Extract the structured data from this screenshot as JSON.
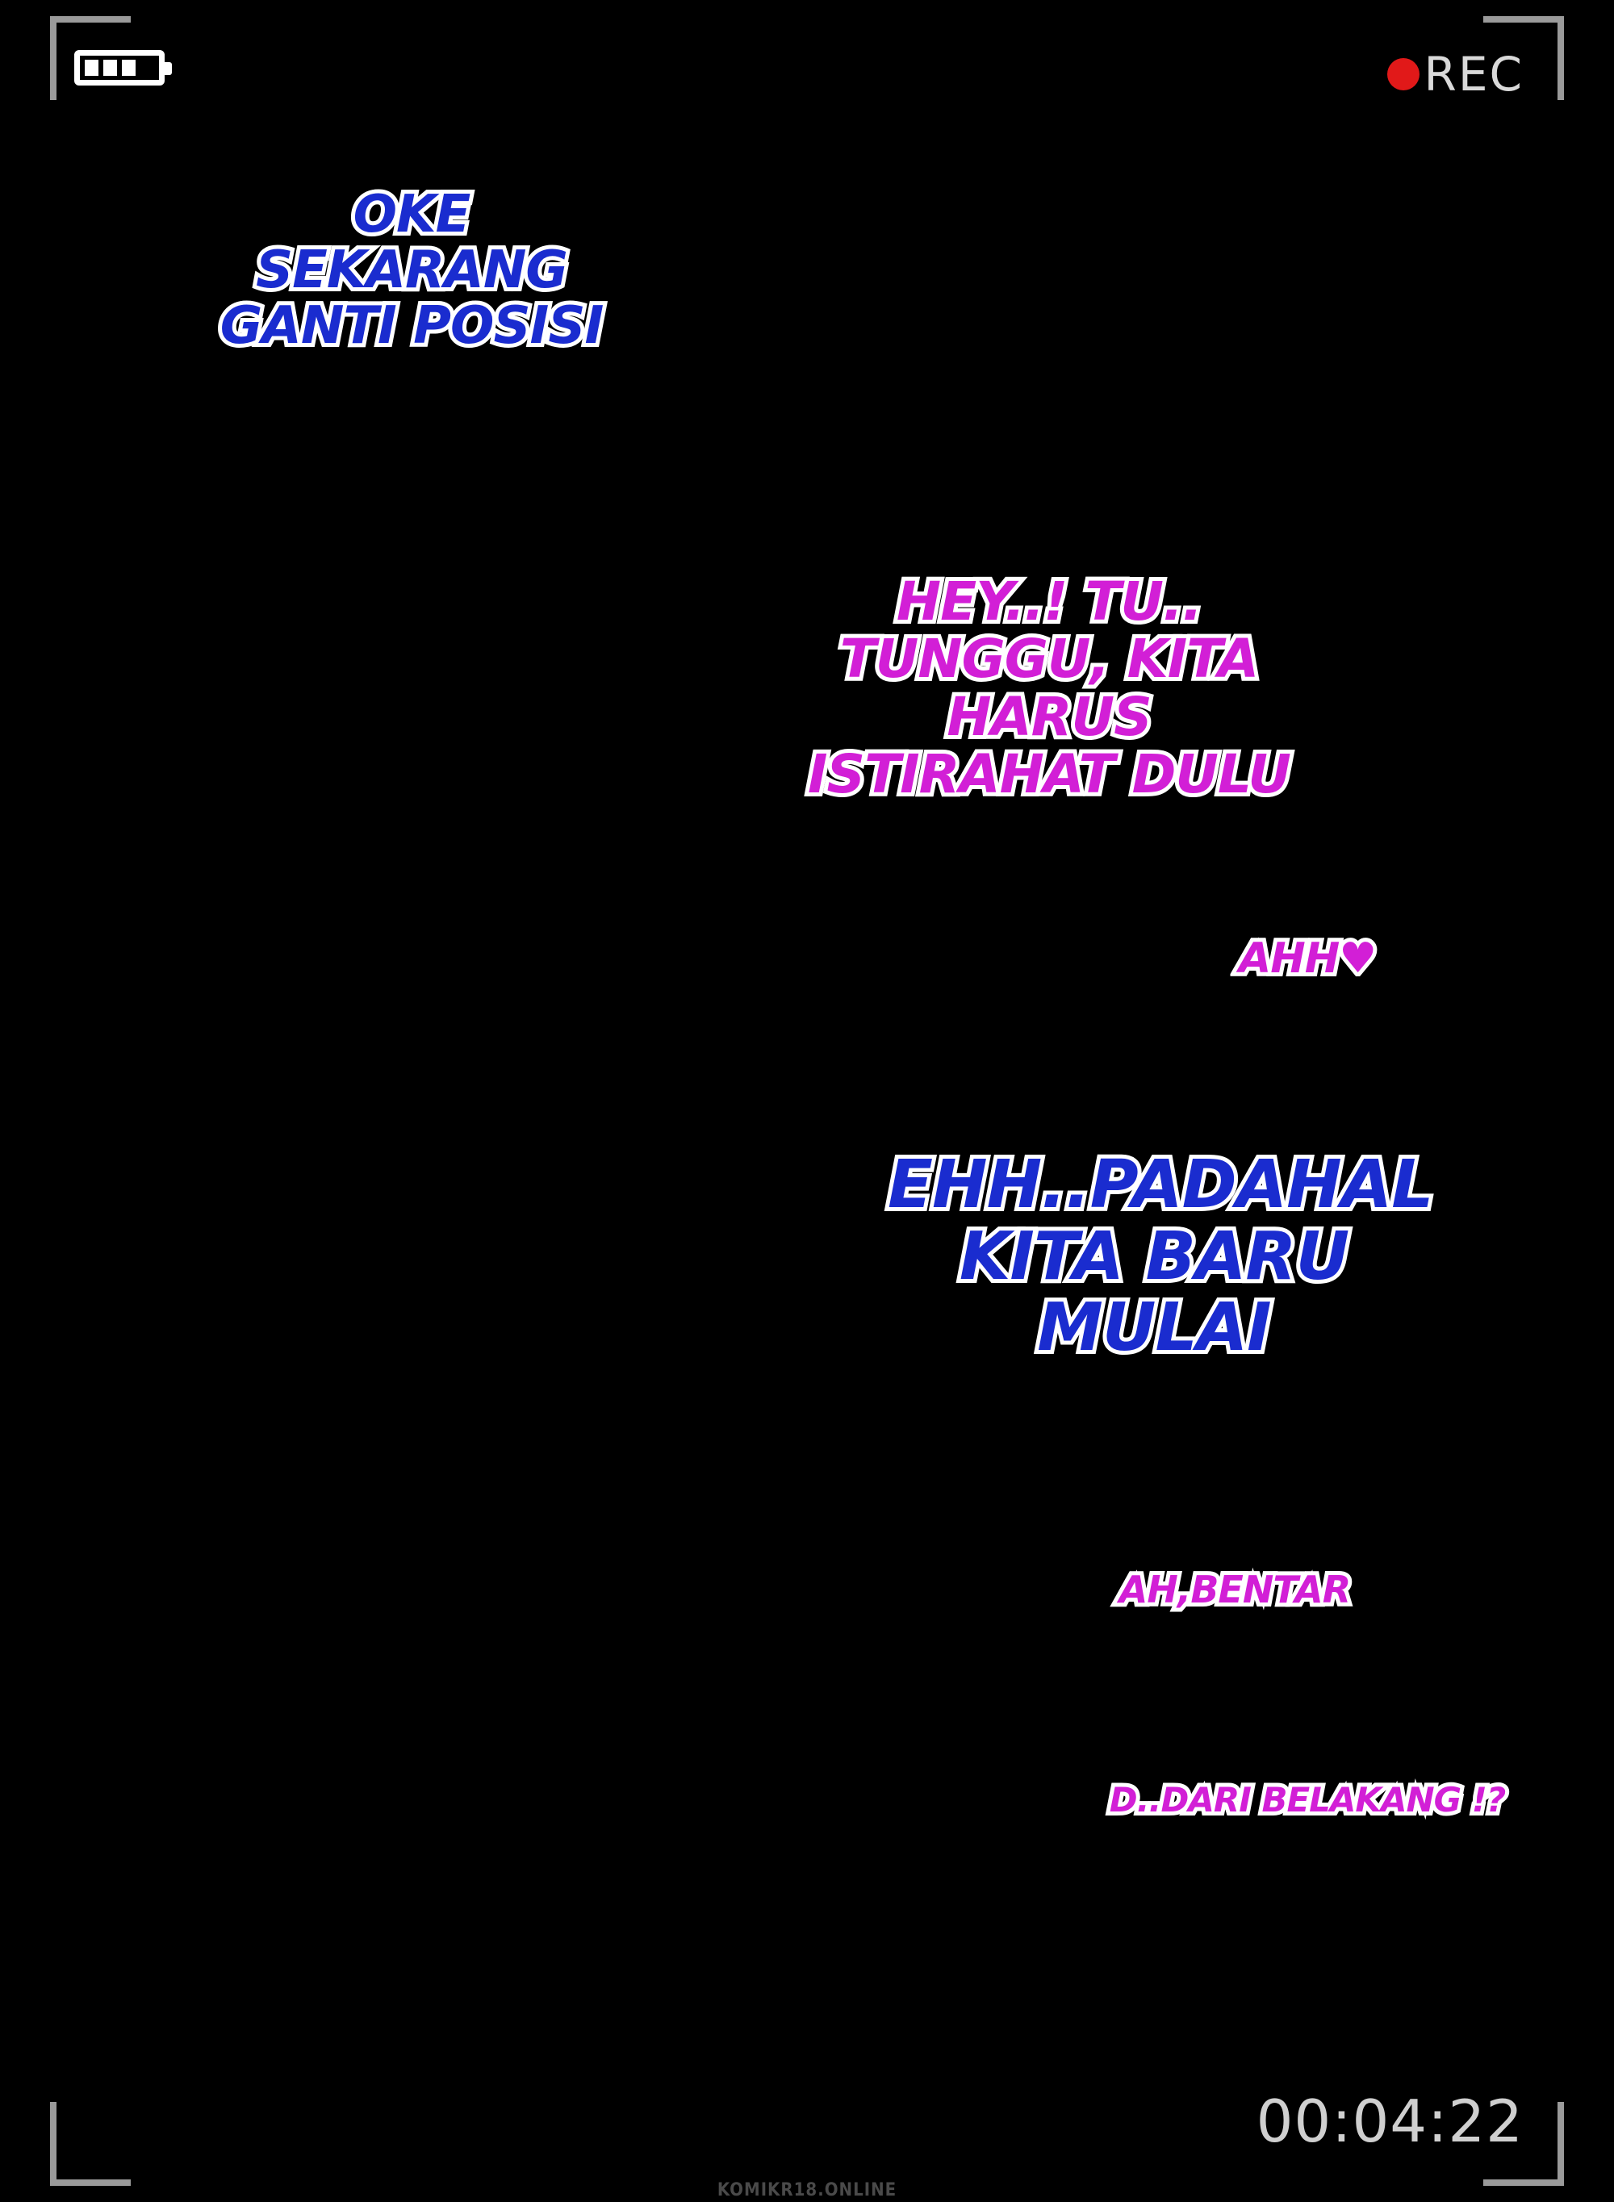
{
  "camera_overlay": {
    "rec_label": "REC",
    "timecode": "00:04:22",
    "battery_level": 0.75
  },
  "dialogue": [
    {
      "text": "OKE\nSEKARANG\nGANTI POSISI",
      "color": "#1a2ccf"
    },
    {
      "text": "HEY..! TU..\nTUNGGU, KITA\nHARUS\nISTIRAHAT DULU",
      "color": "#d21fd6"
    },
    {
      "text": "AHH♥",
      "color": "#d21fd6"
    },
    {
      "text": "EHH..PADAHAL\nKITA BARU\nMULAI",
      "color": "#1a2ccf"
    },
    {
      "text": "AH,BENTAR",
      "color": "#d21fd6"
    },
    {
      "text": "D..DARI BELAKANG !?",
      "color": "#d21fd6"
    }
  ],
  "watermark": "KOMIKR18.ONLINE",
  "colors": {
    "background": "#000000",
    "frame": "#9a9a9a",
    "rec_dot": "#e11919"
  }
}
